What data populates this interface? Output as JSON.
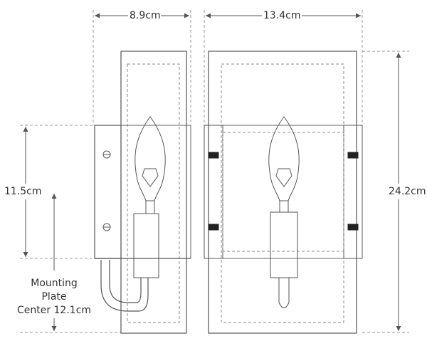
{
  "dimensions": {
    "side_width": "8.9cm",
    "front_width": "13.4cm",
    "total_height": "24.2cm",
    "plate_height": "11.5cm"
  },
  "mounting": {
    "line1": "Mounting",
    "line2": "Plate",
    "line3": "Center 12.1cm"
  },
  "colors": {
    "line": "#555555",
    "dim": "#999999",
    "text": "#333333"
  }
}
